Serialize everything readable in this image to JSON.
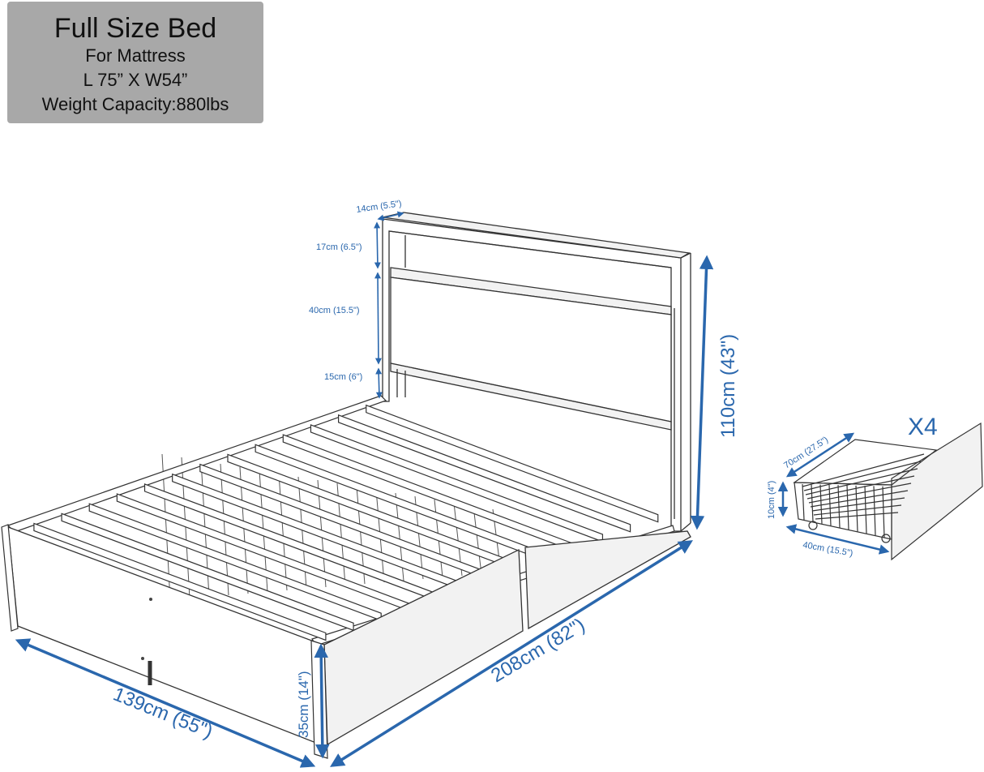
{
  "spec_box": {
    "title": "Full Size Bed",
    "line1": "For Mattress",
    "line2": "L 75” X W54”",
    "line3": "Weight Capacity:880lbs"
  },
  "dimensions": {
    "headboard_depth": "14cm (5.5\")",
    "shelf_height": "17cm (6.5\")",
    "panel_height": "40cm (15.5\")",
    "lower_gap": "15cm (6\")",
    "total_height": "110cm (43\")",
    "length": "208cm (82\")",
    "width": "139cm (55\")",
    "frame_height": "35cm (14\")"
  },
  "drawer": {
    "quantity": "X4",
    "length": "70cm (27.5\")",
    "height": "10cm (4\")",
    "width": "40cm (15.5\")"
  },
  "colors": {
    "dimension": "#2a67ad",
    "spec_box": "#a8a8a8",
    "panel": "#f2f2f2"
  }
}
